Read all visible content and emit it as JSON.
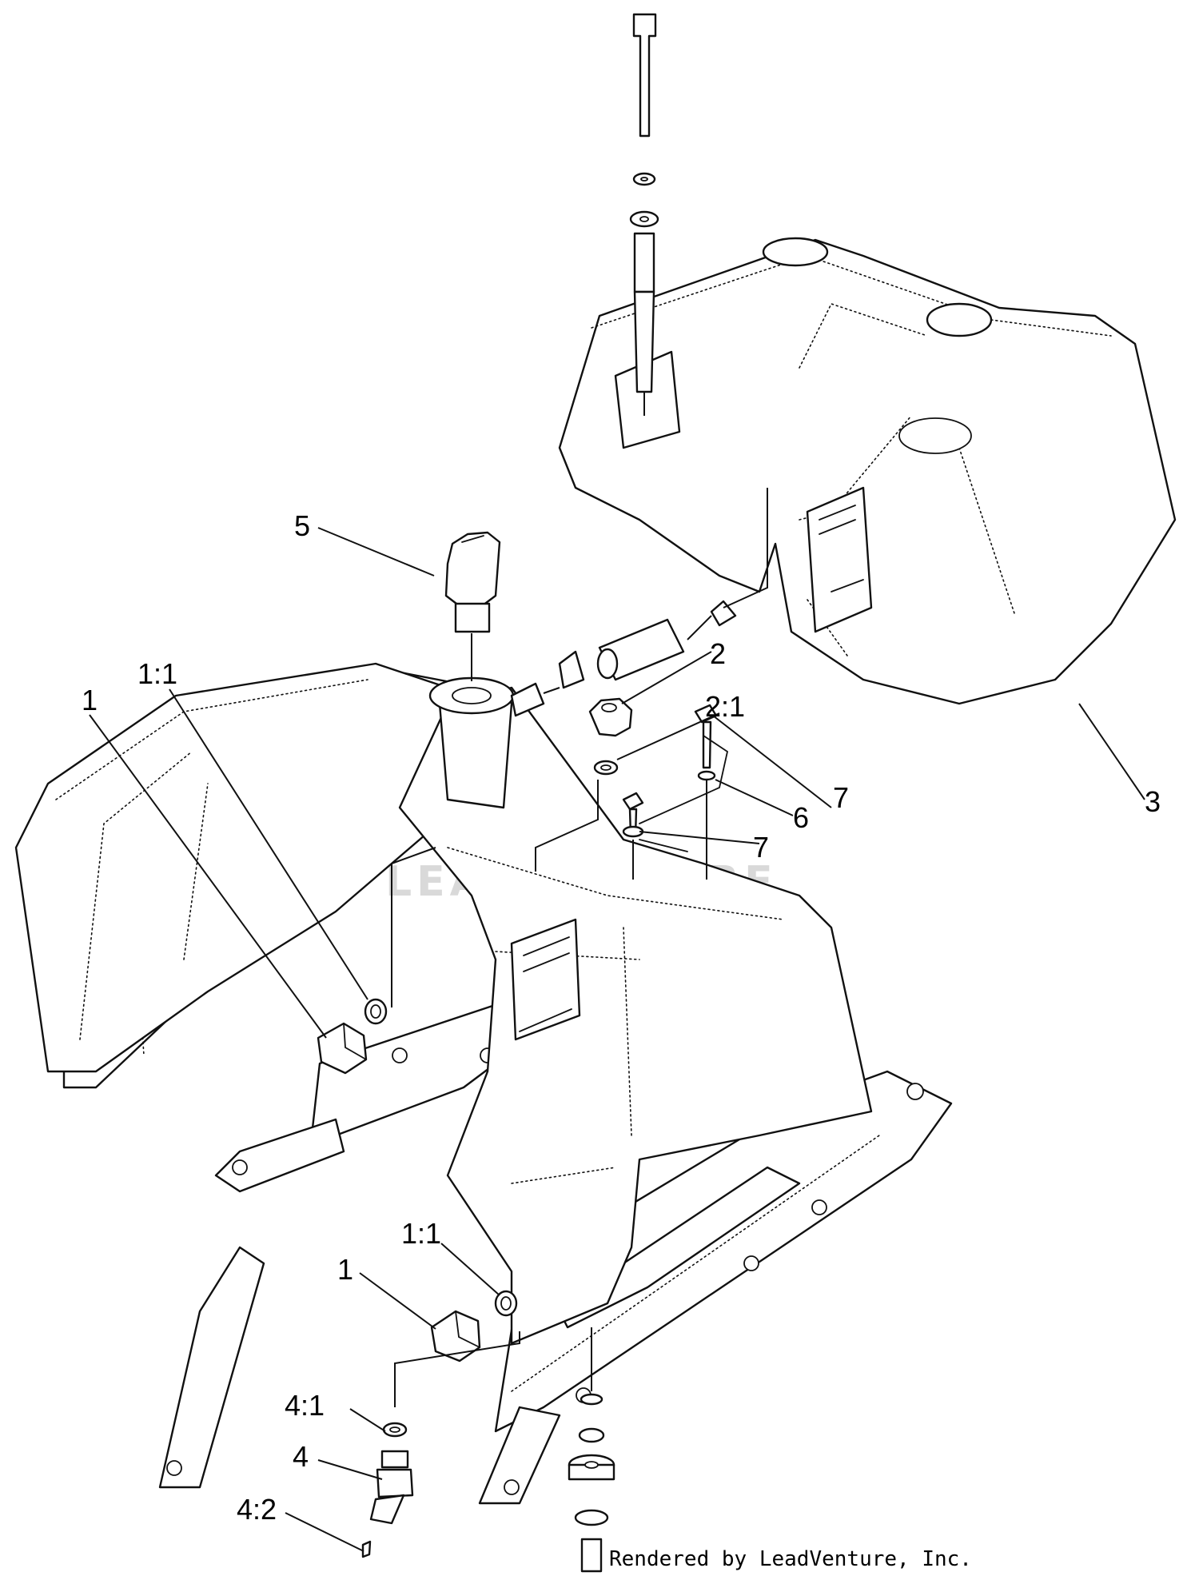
{
  "watermark": "LEADVENTURE",
  "credit": "Rendered by LeadVenture, Inc.",
  "callouts": [
    "5",
    "1:1",
    "1",
    "2",
    "2:1",
    "7",
    "6",
    "7",
    "3",
    "1:1",
    "1",
    "4:1",
    "4",
    "4:2"
  ]
}
